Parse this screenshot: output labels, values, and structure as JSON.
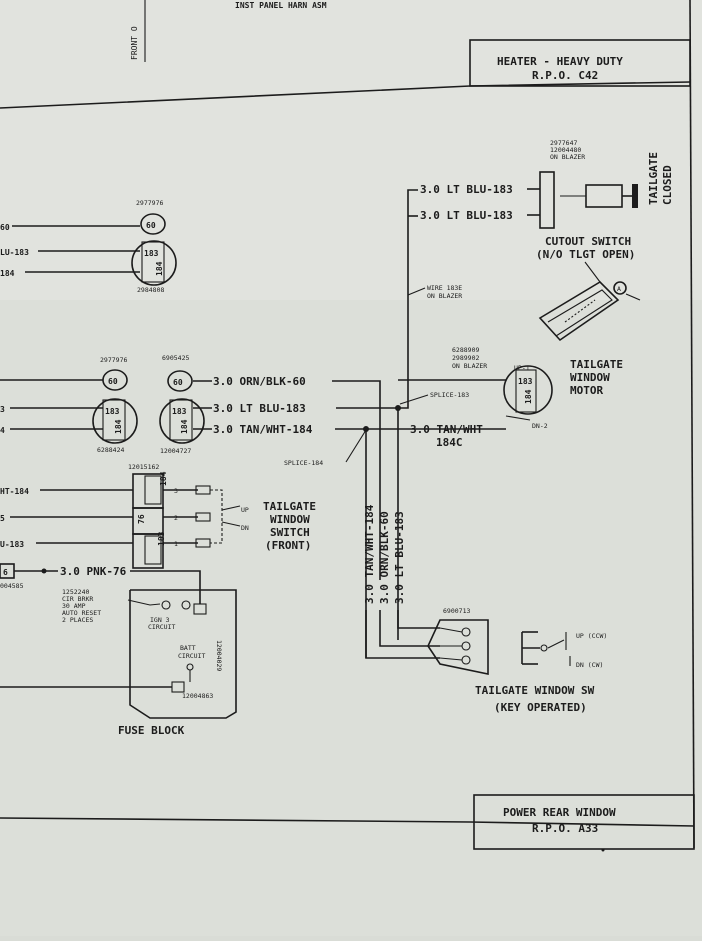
{
  "labels": {
    "top_front": "FRONT O",
    "top_inst": "INST PANEL HARN ASM",
    "title_heater_1": "HEATER - HEAVY DUTY",
    "title_heater_2": "R.P.O. C42",
    "title_power_1": "POWER REAR WINDOW",
    "title_power_2": "R.P.O. A33",
    "part_2977976_a": "2977976",
    "part_2984808": "2984808",
    "part_2977976_b": "2977976",
    "part_6288424": "6288424",
    "part_6905425": "6905425",
    "part_12004727": "12004727",
    "part_12015162": "12015162",
    "part_6900713": "6900713",
    "part_12004863": "12004863",
    "part_12004029": "12004029",
    "part_004585": "004585",
    "part_2977647": "2977647",
    "part_12004480": "12004480",
    "on_blazer_top": "ON BLAZER",
    "part_6288909": "6288909",
    "part_2989902": "2989902",
    "on_blazer_motor": "ON BLAZER",
    "wire_183e": "WIRE 183E",
    "wire_183e_blazer": "ON BLAZER",
    "pin_60_a": "60",
    "pin_183_a": "183",
    "pin_184_a": "184",
    "pin_60_b": "60",
    "pin_183_b": "183",
    "pin_184_b": "184",
    "pin_60_c": "60",
    "pin_183_c": "183",
    "pin_184_c": "184",
    "pin_183_m": "183",
    "pin_184_m": "184",
    "pin_184_s": "184",
    "pin_76_s": "76",
    "pin_183_s": "183",
    "pin_6_s": "6",
    "wire_left_60": "60",
    "wire_left_183": "LU-183",
    "wire_left_184": "184",
    "wire_left_3": "3",
    "wire_left_4": "4",
    "wire_left_wht184": "HT-184",
    "wire_left_5": "5",
    "wire_left_u183": "U-183",
    "wire_orn": "3.0 ORN/BLK-60",
    "wire_ltblu": "3.0 LT BLU-183",
    "wire_tan": "3.0 TAN/WHT-184",
    "wire_tan_right": "3.0 TAN/WHT",
    "wire_184c": "184C",
    "wire_top_1": "3.0 LT BLU-183",
    "wire_top_2": "3.0 LT BLU-183",
    "splice_183": "SPLICE-183",
    "splice_184": "SPLICE-184",
    "wire_pnk": "3.0 PNK-76",
    "vert_1": "3.0 TAN/WHT-184",
    "vert_2": "3.0 ORN/BLK-60",
    "vert_3": "3.0 LT BLU-183",
    "cutout_1": "CUTOUT SWITCH",
    "cutout_2": "(N/O TLGT OPEN)",
    "tailgate_closed_1": "TAILGATE",
    "tailgate_closed_2": "CLOSED",
    "motor_1": "TAILGATE",
    "motor_2": "WINDOW",
    "motor_3": "MOTOR",
    "up1": "UP-1",
    "dn2": "DN-2",
    "sw_front_1": "TAILGATE",
    "sw_front_2": "WINDOW",
    "sw_front_3": "SWITCH",
    "sw_front_4": "(FRONT)",
    "sw_up": "UP",
    "sw_dn": "DN",
    "sw_t3": "3",
    "sw_t2": "2",
    "sw_t1": "1",
    "cb_1": "1252240",
    "cb_2": "CIR BRKR",
    "cb_3": "30 AMP",
    "cb_4": "AUTO RESET",
    "cb_5": "2 PLACES",
    "ign": "IGN 3",
    "ign_2": "CIRCUIT",
    "batt": "BATT",
    "batt_2": "CIRCUIT",
    "fuse_block": "FUSE BLOCK",
    "key_1": "TAILGATE WINDOW SW",
    "key_2": "(KEY OPERATED)",
    "key_up": "UP (CCW)",
    "key_dn": "DN (CW)"
  }
}
